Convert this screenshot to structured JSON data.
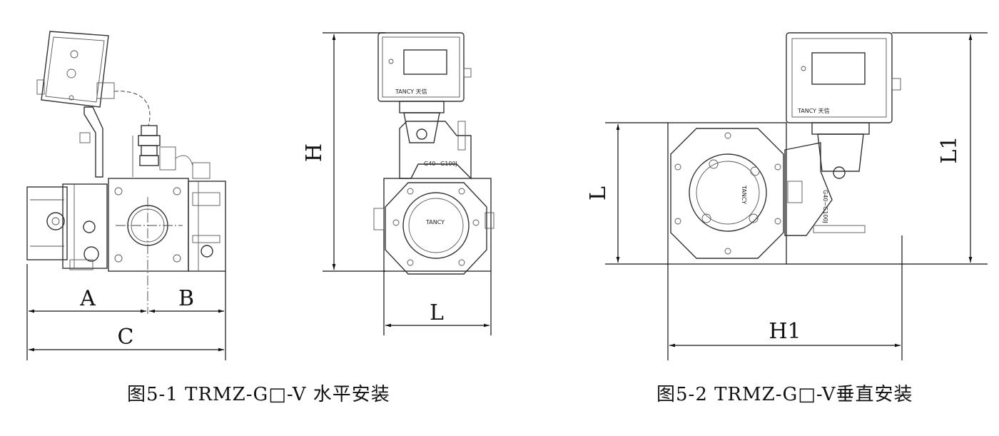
{
  "figures": [
    {
      "caption": "图5-1 TRMZ-G□-V 水平安装",
      "dimensions": {
        "a": "A",
        "b": "B",
        "c": "C",
        "h": "H",
        "l": "L"
      },
      "brand_text": "TANCY",
      "range_text": "G40~G100J",
      "head_brand": "TANCY 天信"
    },
    {
      "caption": "图5-2 TRMZ-G□-V垂直安装",
      "dimensions": {
        "l": "L",
        "l1": "L1",
        "h1": "H1"
      },
      "brand_text": "TANCY",
      "range_text": "G40~G100J",
      "head_brand": "TANCY 天信"
    }
  ]
}
